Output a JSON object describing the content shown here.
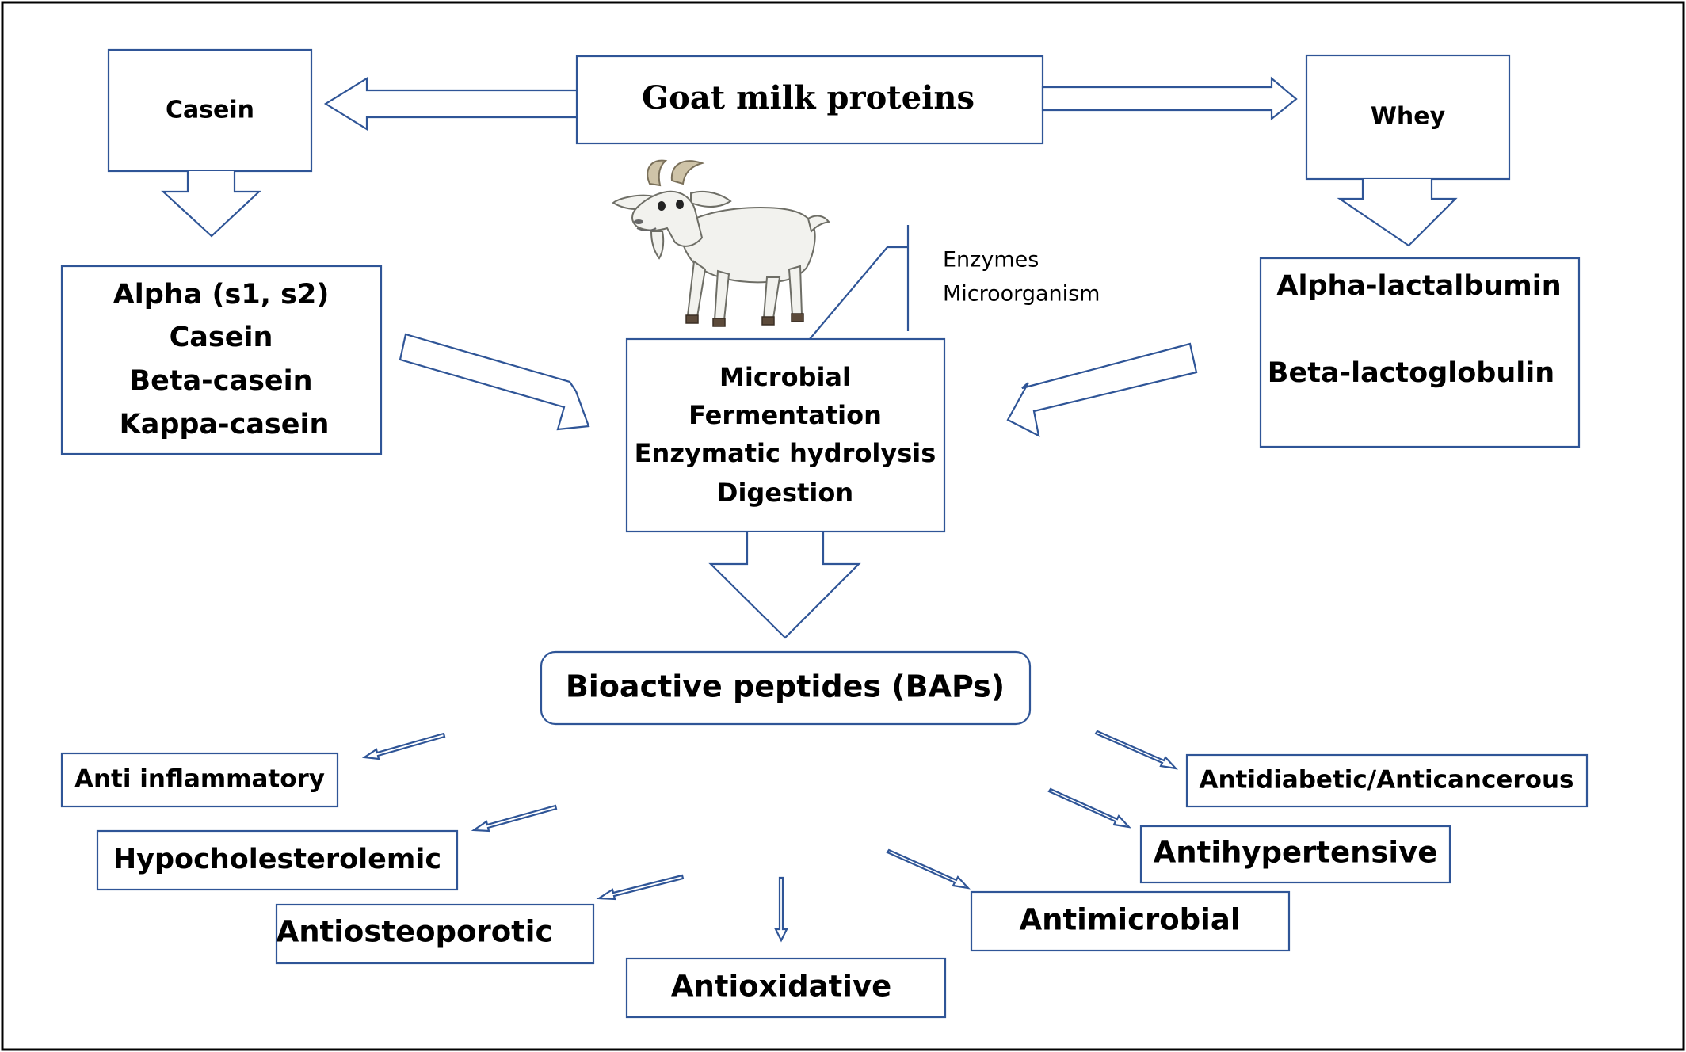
{
  "title": "Goat milk proteins",
  "casein": {
    "label": "Casein",
    "types": [
      "Alpha (s1, s2)",
      "Casein",
      "Beta-casein",
      "Kappa-casein"
    ]
  },
  "whey": {
    "label": "Whey",
    "types": [
      "Alpha-lactalbumin",
      "Beta-lactoglobulin"
    ]
  },
  "agents": [
    "Enzymes",
    "Microorganism"
  ],
  "process": [
    "Microbial",
    "Fermentation",
    "Enzymatic hydrolysis",
    "Digestion"
  ],
  "result": "Bioactive peptides (BAPs)",
  "activities": [
    "Anti inflammatory",
    "Hypocholesterolemic",
    "Antiosteoporotic",
    "Antioxidative",
    "Antimicrobial",
    "Antihypertensive",
    "Antidiabetic/Anticancerous"
  ],
  "colors": {
    "stroke": "#2f5597",
    "frame": "#000000",
    "text": "#000000",
    "background": "#ffffff"
  }
}
